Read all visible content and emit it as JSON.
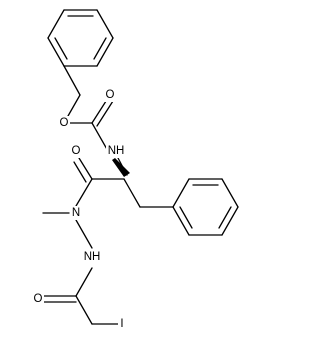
{
  "structure": {
    "background_color": "#ffffff",
    "bond_color": "#000000",
    "label_color": "#000000",
    "atom_labels": {
      "carbamate_ester_oxygen": "O",
      "carbamate_carbonyl_oxygen": "O",
      "carbamate_nitrogen": "NH",
      "amide_carbonyl_oxygen": "O",
      "hydrazide_n_methyl_nitrogen": "N",
      "hydrazide_nh": "NH",
      "iodoacetyl_carbonyl_oxygen": "O",
      "iodine": "I"
    }
  }
}
